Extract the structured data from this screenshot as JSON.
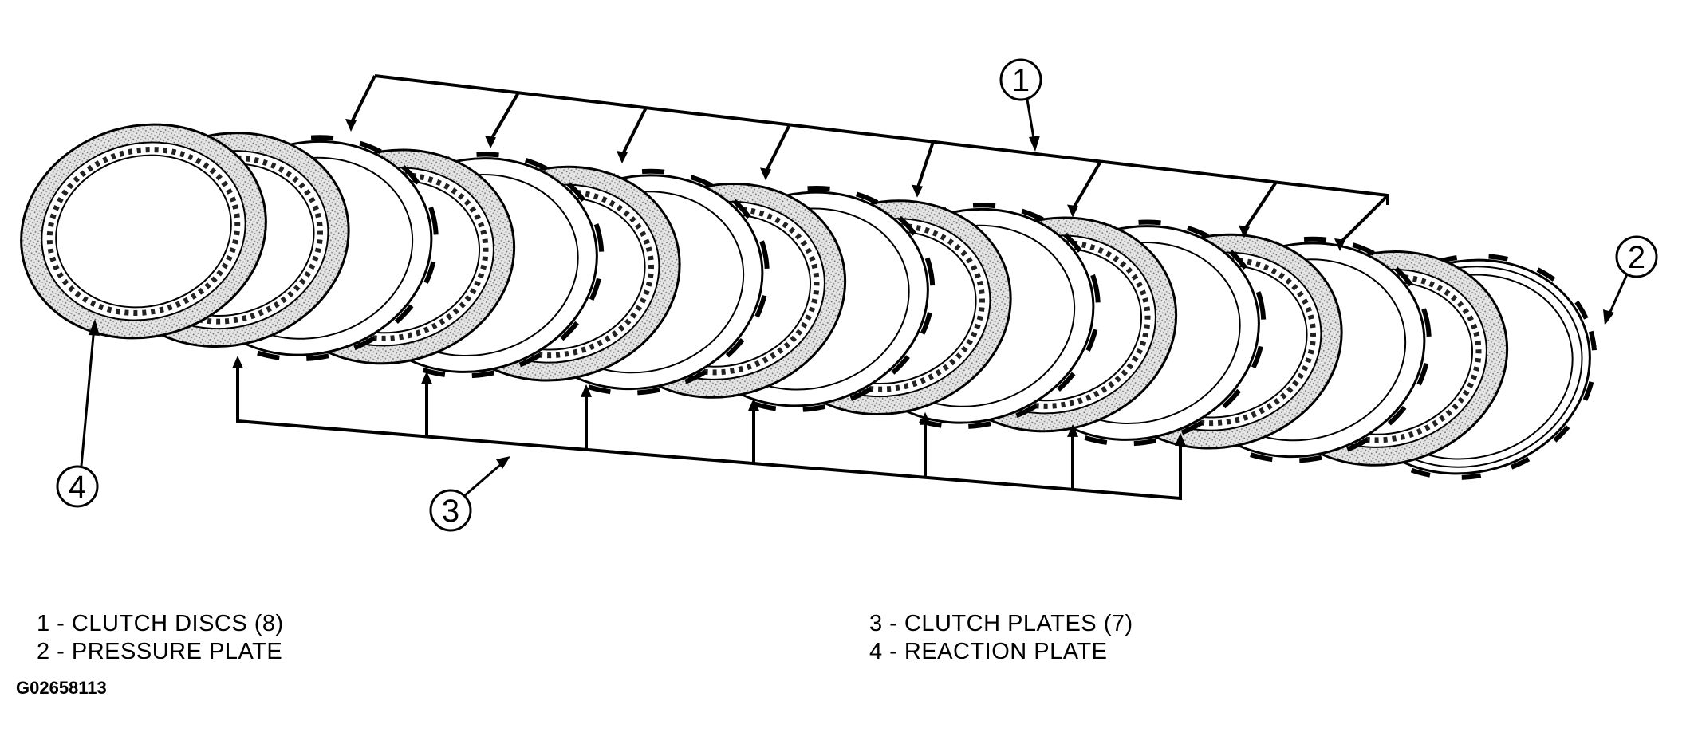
{
  "callouts": {
    "c1": "1",
    "c2": "2",
    "c3": "3",
    "c4": "4"
  },
  "legend": {
    "items": [
      "1 - CLUTCH DISCS (8)",
      "2 - PRESSURE PLATE",
      "3 - CLUTCH PLATES (7)",
      "4 - REACTION PLATE"
    ]
  },
  "figure_id": "G02658113",
  "components": {
    "clutch_disc_count": 8,
    "clutch_plate_count": 7
  }
}
